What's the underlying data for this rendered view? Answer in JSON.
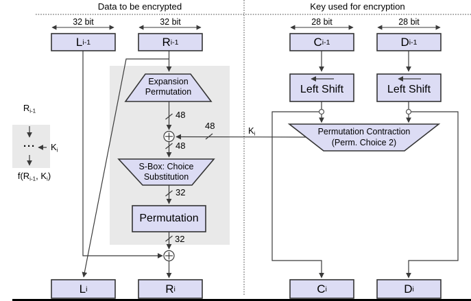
{
  "headings": {
    "left": "Data to be encrypted",
    "right": "Key used for encryption"
  },
  "bus": {
    "l": "32 bit",
    "r": "32 bit",
    "c": "28 bit",
    "d": "28 bit"
  },
  "registers": {
    "l_prev": {
      "main": "L",
      "sub": "i-1"
    },
    "r_prev": {
      "main": "R",
      "sub": "i-1"
    },
    "c_prev": {
      "main": "C",
      "sub": "i-1"
    },
    "d_prev": {
      "main": "D",
      "sub": "i-1"
    },
    "l_next": {
      "main": "L",
      "sub": "i"
    },
    "r_next": {
      "main": "R",
      "sub": "i"
    },
    "c_next": {
      "main": "C",
      "sub": "i"
    },
    "d_next": {
      "main": "D",
      "sub": "i"
    }
  },
  "blocks": {
    "expansion": {
      "line1": "Expansion",
      "line2": "Permutation"
    },
    "sbox": {
      "line1": "S-Box: Choice",
      "line2": "Substitution"
    },
    "permutation": "Permutation",
    "left_shift": "Left Shift",
    "perm_contraction": {
      "line1": "Permutation Contraction",
      "line2": "(Perm. Choice 2)"
    }
  },
  "widths": {
    "expansion_out": "48",
    "key": "48",
    "sbox_in": "48",
    "sbox_out": "32",
    "perm_out": "32"
  },
  "key_label": {
    "main": "K",
    "sub": "i"
  },
  "mini": {
    "r_prev": {
      "main": "R",
      "sub": "i-1"
    },
    "dots": "···",
    "k": {
      "main": "K",
      "sub": "i"
    },
    "f": {
      "p1": "f(R",
      "sub1": "i-1",
      "p2": ", K",
      "sub2": "i",
      "p3": ")"
    }
  },
  "colors": {
    "box_fill": "#dcdcf4",
    "region": "#e9e9e9",
    "line": "#3a3a3a",
    "text": "#000000"
  }
}
